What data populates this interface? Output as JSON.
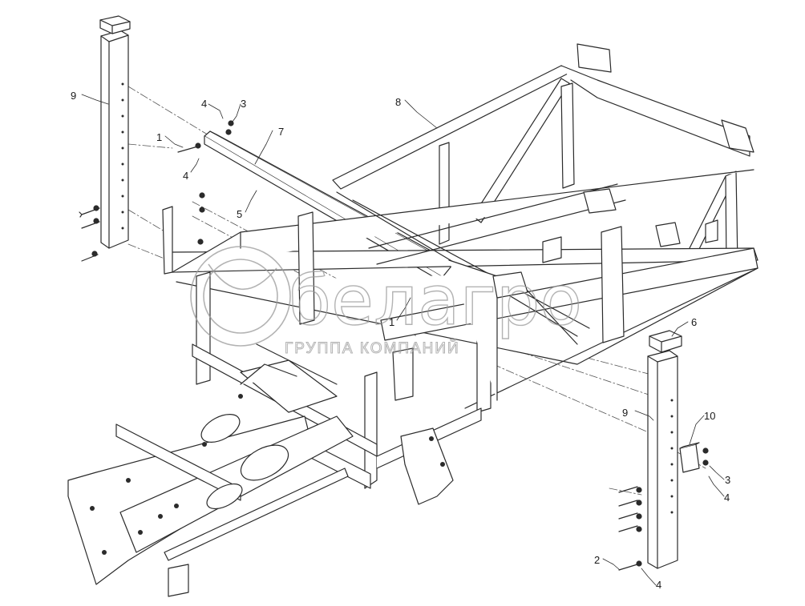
{
  "corner_mark": "",
  "watermark": {
    "brand": "белагро",
    "subtitle": "ГРУППА КОМПАНИЙ"
  },
  "callouts": [
    {
      "id": "c-9-left",
      "label": "9"
    },
    {
      "id": "c-4-top",
      "label": "4"
    },
    {
      "id": "c-3-top",
      "label": "3"
    },
    {
      "id": "c-1-left",
      "label": "1"
    },
    {
      "id": "c-4-mid",
      "label": "4"
    },
    {
      "id": "c-7",
      "label": "7"
    },
    {
      "id": "c-8",
      "label": "8"
    },
    {
      "id": "c-5",
      "label": "5"
    },
    {
      "id": "c-1-center",
      "label": "1"
    },
    {
      "id": "c-6",
      "label": "6"
    },
    {
      "id": "c-9-right",
      "label": "9"
    },
    {
      "id": "c-10",
      "label": "10"
    },
    {
      "id": "c-3-right",
      "label": "3"
    },
    {
      "id": "c-4-right",
      "label": "4"
    },
    {
      "id": "c-2",
      "label": "2"
    },
    {
      "id": "c-4-bottom",
      "label": "4"
    }
  ]
}
